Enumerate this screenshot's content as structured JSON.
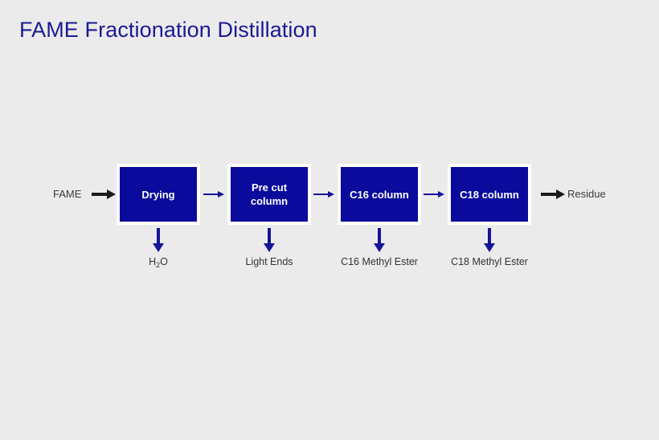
{
  "page": {
    "title": "FAME Fractionation Distillation",
    "background_color": "#ebebeb",
    "title_color": "#1a1a96"
  },
  "diagram": {
    "type": "process-flow",
    "box_fill_color": "#0a0a9c",
    "box_border_color": "#ffffff",
    "connector_color": "#141499",
    "inlet_arrow_color": "#1a1a1a",
    "inlet": {
      "label": "FAME",
      "arrow_icon": "arrow-right-icon"
    },
    "outlet": {
      "label": "Residue",
      "arrow_icon": "arrow-right-icon"
    },
    "stages": [
      {
        "id": "drying",
        "label": "Drying",
        "product": "H2O",
        "product_prefix": "H",
        "product_subscript": "2",
        "product_suffix": "O",
        "product_arrow_icon": "arrow-down-icon"
      },
      {
        "id": "pre-cut-column",
        "label": "Pre cut\ncolumn",
        "product": "Light Ends",
        "product_arrow_icon": "arrow-down-icon"
      },
      {
        "id": "c16-column",
        "label": "C16 column",
        "product": "C16 Methyl Ester",
        "product_arrow_icon": "arrow-down-icon"
      },
      {
        "id": "c18-column",
        "label": "C18 column",
        "product": "C18 Methyl Ester",
        "product_arrow_icon": "arrow-down-icon"
      }
    ],
    "connectors": [
      {
        "from": "drying",
        "to": "pre-cut-column",
        "icon": "arrow-right-icon"
      },
      {
        "from": "pre-cut-column",
        "to": "c16-column",
        "icon": "arrow-right-icon"
      },
      {
        "from": "c16-column",
        "to": "c18-column",
        "icon": "arrow-right-icon"
      }
    ]
  }
}
